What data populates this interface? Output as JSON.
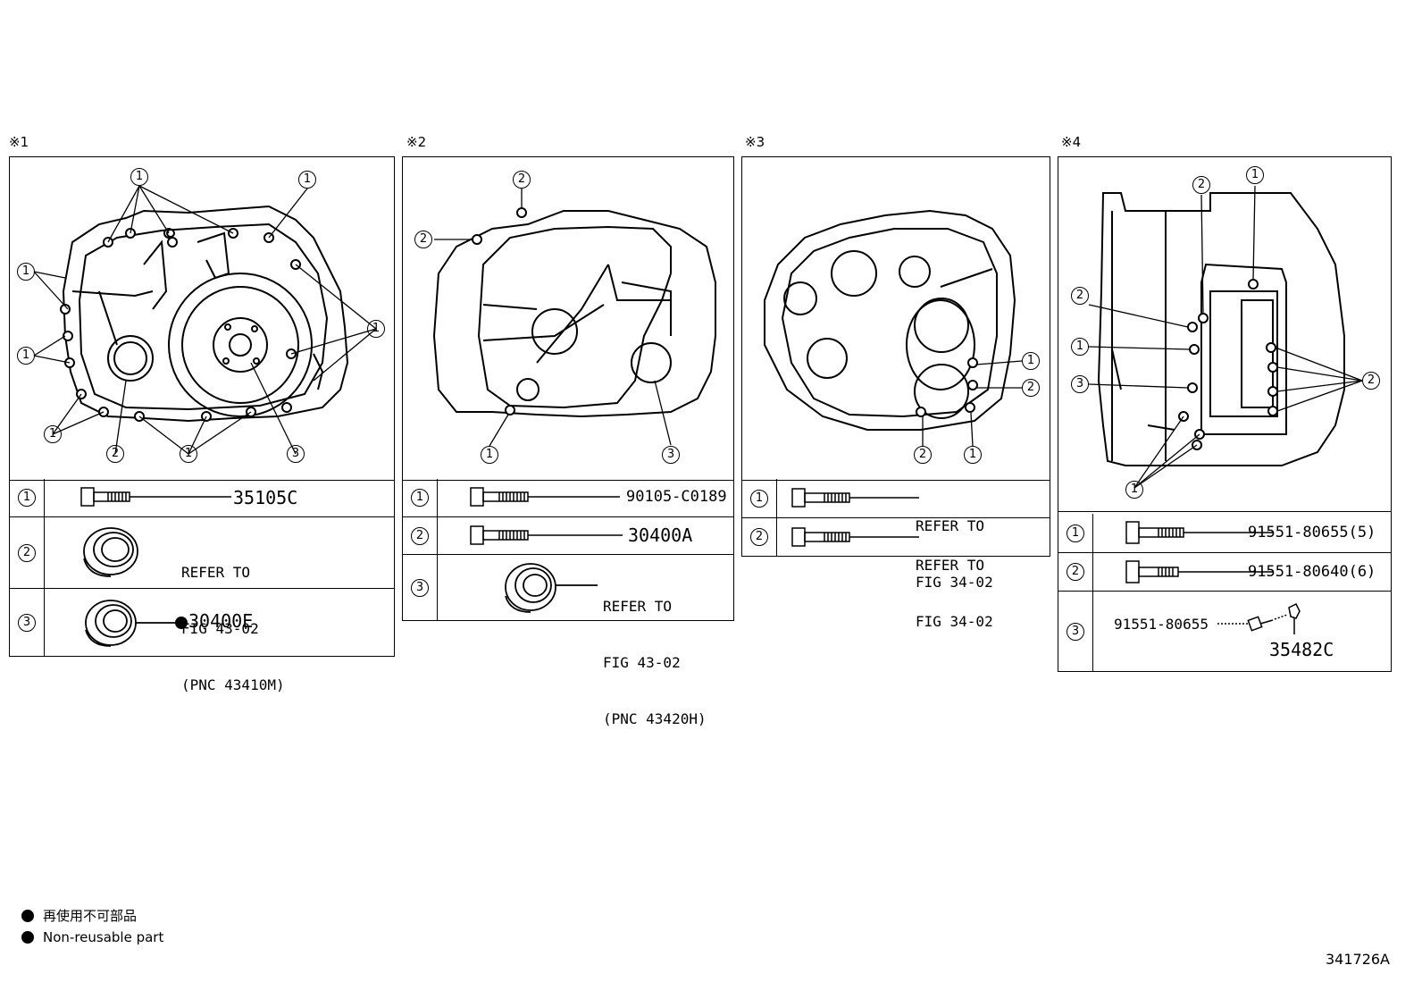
{
  "panels": [
    {
      "label": "※1",
      "rows": [
        {
          "num": "1",
          "part": "35105C"
        },
        {
          "num": "2",
          "ref": [
            "REFER TO",
            "FIG 43-02",
            "(PNC 43410M)"
          ]
        },
        {
          "num": "3",
          "part": "30400E",
          "nonreusable": true
        }
      ]
    },
    {
      "label": "※2",
      "rows": [
        {
          "num": "1",
          "part": "90105-C0189"
        },
        {
          "num": "2",
          "part": "30400A"
        },
        {
          "num": "3",
          "ref": [
            "REFER TO",
            "FIG 43-02",
            "(PNC 43420H)"
          ]
        }
      ]
    },
    {
      "label": "※3",
      "rows": [
        {
          "num": "1",
          "ref": [
            "REFER TO",
            "FIG 34-02"
          ]
        },
        {
          "num": "2",
          "ref": [
            "REFER TO",
            "FIG 34-02"
          ]
        }
      ]
    },
    {
      "label": "※4",
      "rows": [
        {
          "num": "1",
          "part": "91551-80655(5)"
        },
        {
          "num": "2",
          "part": "91551-80640(6)"
        },
        {
          "num": "3",
          "part": "91551-80655",
          "part2": "35482C"
        }
      ]
    }
  ],
  "legend": [
    {
      "text": "再使用不可部品"
    },
    {
      "text": "Non-reusable part"
    }
  ],
  "figure_number": "341726A",
  "callouts": {
    "one": "1",
    "two": "2",
    "three": "3"
  }
}
